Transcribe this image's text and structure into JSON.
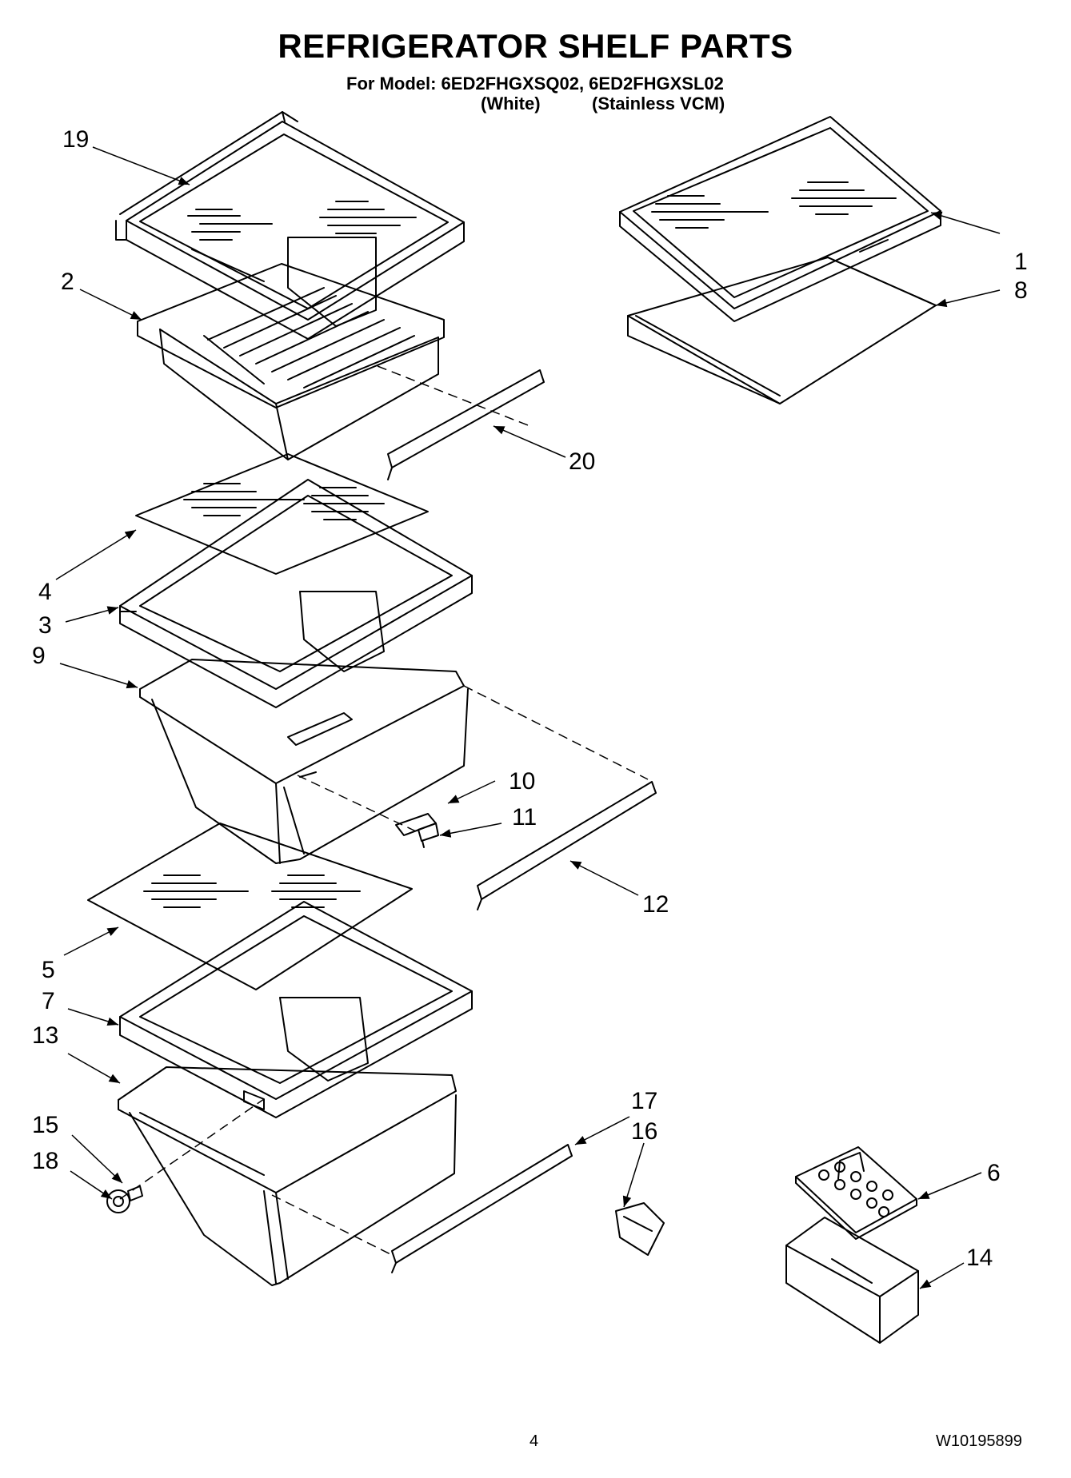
{
  "header": {
    "title": "REFRIGERATOR SHELF PARTS",
    "model_line": "For Model: 6ED2FHGXSQ02, 6ED2FHGXSL02",
    "variant_white": "(White)",
    "variant_stainless": "(Stainless VCM)"
  },
  "callouts": [
    "19",
    "2",
    "1",
    "8",
    "20",
    "4",
    "3",
    "9",
    "10",
    "11",
    "12",
    "5",
    "7",
    "13",
    "17",
    "16",
    "15",
    "18",
    "6",
    "14"
  ],
  "footer": {
    "page_number": "4",
    "document_number": "W10195899"
  }
}
